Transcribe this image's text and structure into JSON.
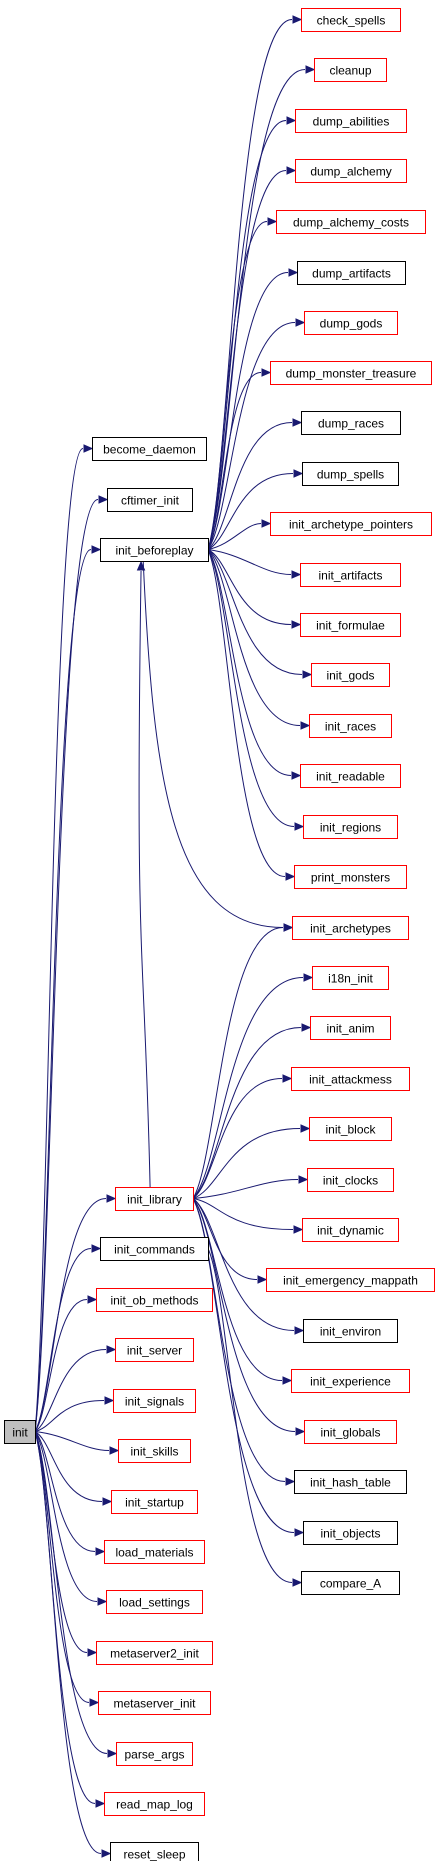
{
  "graph": {
    "root": "init",
    "colors": {
      "edge": "#191970",
      "root_fill": "#bfbfbf",
      "link_border": "#ff0000",
      "plain_border": "#000000"
    },
    "nodes": {
      "init": "init",
      "become_daemon": "become_daemon",
      "cftimer_init": "cftimer_init",
      "init_beforeplay": "init_beforeplay",
      "check_spells": "check_spells",
      "cleanup": "cleanup",
      "dump_abilities": "dump_abilities",
      "dump_alchemy": "dump_alchemy",
      "dump_alchemy_costs": "dump_alchemy_costs",
      "dump_artifacts": "dump_artifacts",
      "dump_gods": "dump_gods",
      "dump_monster_treasure": "dump_monster_treasure",
      "dump_races": "dump_races",
      "dump_spells": "dump_spells",
      "init_archetype_pointers": "init_archetype_pointers",
      "init_artifacts": "init_artifacts",
      "init_formulae": "init_formulae",
      "init_gods": "init_gods",
      "init_races": "init_races",
      "init_readable": "init_readable",
      "init_regions": "init_regions",
      "print_monsters": "print_monsters",
      "init_archetypes": "init_archetypes",
      "i18n_init": "i18n_init",
      "init_anim": "init_anim",
      "init_attackmess": "init_attackmess",
      "init_block": "init_block",
      "init_clocks": "init_clocks",
      "init_dynamic": "init_dynamic",
      "init_emergency_mappath": "init_emergency_mappath",
      "init_environ": "init_environ",
      "init_experience": "init_experience",
      "init_globals": "init_globals",
      "init_hash_table": "init_hash_table",
      "init_objects": "init_objects",
      "compare_A": "compare_A",
      "init_library": "init_library",
      "init_commands": "init_commands",
      "init_ob_methods": "init_ob_methods",
      "init_server": "init_server",
      "init_signals": "init_signals",
      "init_skills": "init_skills",
      "init_startup": "init_startup",
      "load_materials": "load_materials",
      "load_settings": "load_settings",
      "metaserver2_init": "metaserver2_init",
      "metaserver_init": "metaserver_init",
      "parse_args": "parse_args",
      "read_map_log": "read_map_log",
      "reset_sleep": "reset_sleep"
    }
  }
}
